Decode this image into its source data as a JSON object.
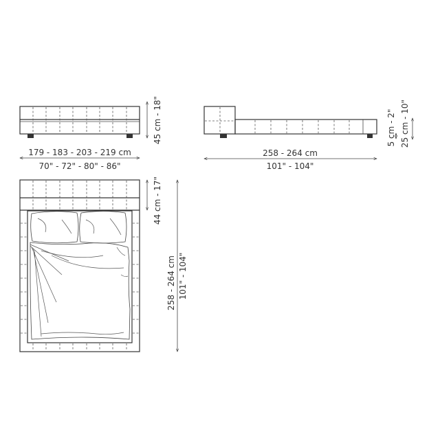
{
  "diagram": {
    "front_view": {
      "height_label": "45 cm - 18\"",
      "width_cm_label": "179 - 183 - 203 - 219 cm",
      "width_in_label": "70\" - 72\" - 80\" - 86\""
    },
    "side_view": {
      "length_cm_label": "258 - 264 cm",
      "length_in_label": "101\" - 104\"",
      "leg_height_label": "5 cm - 2\"",
      "frame_height_label": "25 cm - 10\""
    },
    "top_view": {
      "headboard_depth_label": "44 cm - 17\"",
      "length_cm_label": "258 - 264 cm",
      "length_in_label": "101\" - 104\""
    },
    "line_color": "#333333"
  }
}
